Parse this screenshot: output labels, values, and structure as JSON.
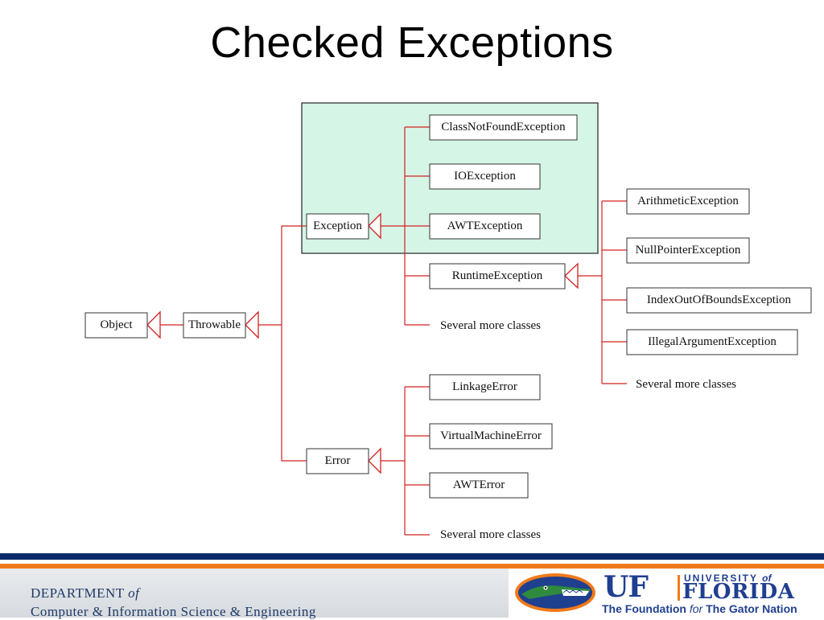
{
  "slide": {
    "title": "Checked Exceptions"
  },
  "diagram": {
    "nodes": {
      "object": "Object",
      "throwable": "Throwable",
      "exception": "Exception",
      "error": "Error",
      "class_not_found": "ClassNotFoundException",
      "io_exception": "IOException",
      "awt_exception": "AWTException",
      "runtime_exception": "RuntimeException",
      "arithmetic_exception": "ArithmeticException",
      "null_pointer_exception": "NullPointerException",
      "index_out_of_bounds": "IndexOutOfBoundsException",
      "illegal_argument": "IllegalArgumentException",
      "linkage_error": "LinkageError",
      "virtual_machine_error": "VirtualMachineError",
      "awt_error": "AWTError"
    },
    "more_labels": {
      "exception_more": "Several more classes",
      "runtime_more": "Several more classes",
      "error_more": "Several more classes"
    },
    "colors": {
      "edge": "#d32222",
      "checked_region": "#d5f5e6"
    }
  },
  "footer": {
    "dept_line1_prefix": "DEPARTMENT",
    "dept_line1_of": "of",
    "dept_line2": "Computer & Information Science & Engineering",
    "uf_letters": "UF",
    "university": "UNIVERSITY",
    "university_of": "of",
    "florida": "FLORIDA",
    "tagline_pre": "The Foundation",
    "tagline_for": "for",
    "tagline_post": "The Gator Nation",
    "colors": {
      "navy": "#0b2a6b",
      "orange": "#f07a1a",
      "uf_blue": "#1f3f8f"
    }
  }
}
